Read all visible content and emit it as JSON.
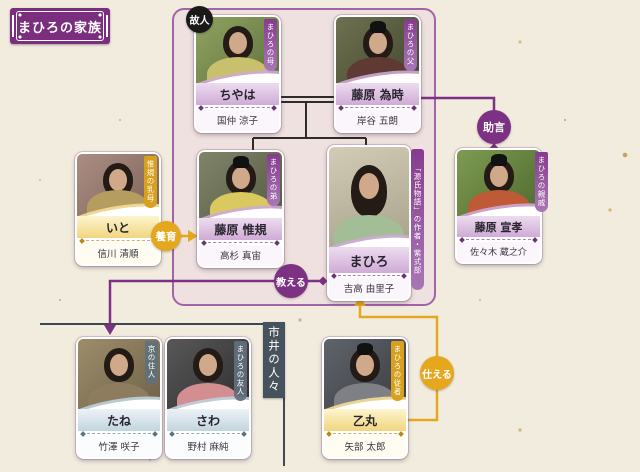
{
  "title": "まひろの家族",
  "group_label": "市井の人々",
  "badges": {
    "deceased": "故人",
    "advice": "助言",
    "nurture": "養育",
    "teach": "教える",
    "serve": "仕える"
  },
  "colors": {
    "accent_purple": "#7d3182",
    "accent_gold": "#e5a71d",
    "accent_blue": "#60707c",
    "group_slate": "#47535c",
    "paper": "#f2ecdf"
  },
  "people": {
    "chiyaha": {
      "role": "まひろの母",
      "name": "ちやは",
      "actor": "国仲 涼子"
    },
    "tametoki": {
      "role": "まひろの父",
      "name": "藤原 為時",
      "actor": "岸谷 五朗"
    },
    "nobunori": {
      "role": "まひろの弟",
      "name": "藤原 惟規",
      "actor": "高杉 真宙"
    },
    "mahiro": {
      "role": "「源氏物語」の作者・紫式部",
      "name": "まひろ",
      "actor": "吉高 由里子"
    },
    "ito": {
      "role": "惟規の乳母",
      "name": "いと",
      "actor": "信川 清順"
    },
    "nobutaka": {
      "role": "まひろの親戚",
      "name": "藤原 宣孝",
      "actor": "佐々木 蔵之介"
    },
    "tane": {
      "role": "京の住人",
      "name": "たね",
      "actor": "竹澤 咲子"
    },
    "sawa": {
      "role": "まひろの友人",
      "name": "さわ",
      "actor": "野村 麻純"
    },
    "otomaru": {
      "role": "まひろの従者",
      "name": "乙丸",
      "actor": "矢部 太郎"
    }
  }
}
